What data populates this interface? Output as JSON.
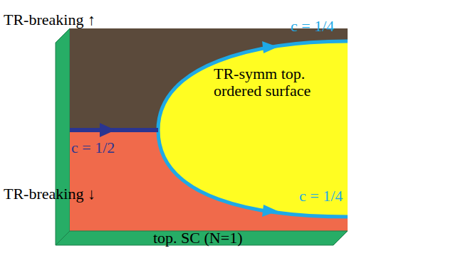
{
  "diagram": {
    "nodes": [
      {
        "text": [
          "TR-breaking ↑"
        ]
      },
      {
        "text": [
          "TR-breaking ↓"
        ]
      },
      {
        "text": [
          "TR-symm top. ordered surface"
        ]
      },
      {
        "text": [
          "top. SC (N=1)"
        ]
      }
    ],
    "labels": [
      "c = 1/4",
      "c = 1/2",
      "c = 1/4"
    ]
  }
}
